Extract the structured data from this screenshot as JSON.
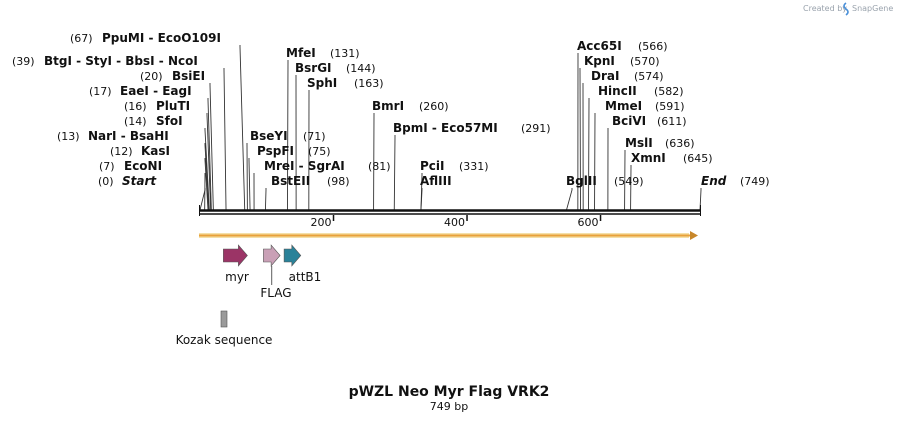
{
  "header": {
    "credit": "Created by",
    "brand": "SnapGene",
    "colors": {
      "credit": "#9aa3ad",
      "logo": "#4a90d9"
    }
  },
  "map": {
    "title": "pWZL Neo Myr Flag VRK2",
    "length_label": "749 bp",
    "length": 749,
    "ruler_ticks": [
      {
        "value": 200,
        "label": "200"
      },
      {
        "value": 400,
        "label": "400"
      },
      {
        "value": 600,
        "label": "600"
      }
    ],
    "sites": [
      {
        "name": "Start",
        "pos": 0,
        "pos_label": "(0)",
        "italic": true
      },
      {
        "name": "EcoNI",
        "pos": 7,
        "pos_label": "(7)"
      },
      {
        "name": "KasI",
        "pos": 12,
        "pos_label": "(12)"
      },
      {
        "name": "NarI  -  BsaHI",
        "pos": 13,
        "pos_label": "(13)"
      },
      {
        "name": "SfoI",
        "pos": 14,
        "pos_label": "(14)"
      },
      {
        "name": "PluTI",
        "pos": 16,
        "pos_label": "(16)"
      },
      {
        "name": "EaeI  -  EagI",
        "pos": 17,
        "pos_label": "(17)"
      },
      {
        "name": "BsiEI",
        "pos": 20,
        "pos_label": "(20)"
      },
      {
        "name": "BtgI  -  StyI  -  BbsI  -  NcoI",
        "pos": 39,
        "pos_label": "(39)"
      },
      {
        "name": "PpuMI  -  EcoO109I",
        "pos": 67,
        "pos_label": "(67)"
      },
      {
        "name": "BseYI",
        "pos": 71,
        "pos_label": "(71)"
      },
      {
        "name": "PspFI",
        "pos": 75,
        "pos_label": "(75)"
      },
      {
        "name": "MreI  -  SgrAI",
        "pos": 81,
        "pos_label": "(81)"
      },
      {
        "name": "BstEII",
        "pos": 98,
        "pos_label": "(98)"
      },
      {
        "name": "MfeI",
        "pos": 131,
        "pos_label": "(131)"
      },
      {
        "name": "BsrGI",
        "pos": 144,
        "pos_label": "(144)"
      },
      {
        "name": "SphI",
        "pos": 163,
        "pos_label": "(163)"
      },
      {
        "name": "BmrI",
        "pos": 260,
        "pos_label": "(260)"
      },
      {
        "name": "BpmI  -  Eco57MI",
        "pos": 291,
        "pos_label": "(291)"
      },
      {
        "name": "PciI",
        "pos": 331,
        "pos_label": "(331)"
      },
      {
        "name": "AflIII",
        "pos": 331,
        "pos_label": ""
      },
      {
        "name": "BglII",
        "pos": 549,
        "pos_label": "(549)"
      },
      {
        "name": "Acc65I",
        "pos": 566,
        "pos_label": "(566)"
      },
      {
        "name": "KpnI",
        "pos": 570,
        "pos_label": "(570)"
      },
      {
        "name": "DraI",
        "pos": 574,
        "pos_label": "(574)"
      },
      {
        "name": "HincII",
        "pos": 582,
        "pos_label": "(582)"
      },
      {
        "name": "MmeI",
        "pos": 591,
        "pos_label": "(591)"
      },
      {
        "name": "BciVI",
        "pos": 611,
        "pos_label": "(611)"
      },
      {
        "name": "MslI",
        "pos": 636,
        "pos_label": "(636)"
      },
      {
        "name": "XmnI",
        "pos": 645,
        "pos_label": "(645)"
      },
      {
        "name": "End",
        "pos": 749,
        "pos_label": "(749)",
        "italic": true
      }
    ],
    "features": [
      {
        "name": "myr",
        "start": 35,
        "end": 71,
        "color": "#9b3466",
        "shape": "arrow"
      },
      {
        "name": "FLAG",
        "start": 95,
        "end": 120,
        "color": "#c9a0b6",
        "shape": "arrow"
      },
      {
        "name": "attB1",
        "start": 126,
        "end": 151,
        "color": "#2a8299",
        "shape": "arrow"
      },
      {
        "name": "Kozak sequence",
        "start": 30,
        "end": 37,
        "color": "#9a9a9a",
        "shape": "box"
      }
    ],
    "orf_color": "#e8a13a"
  }
}
